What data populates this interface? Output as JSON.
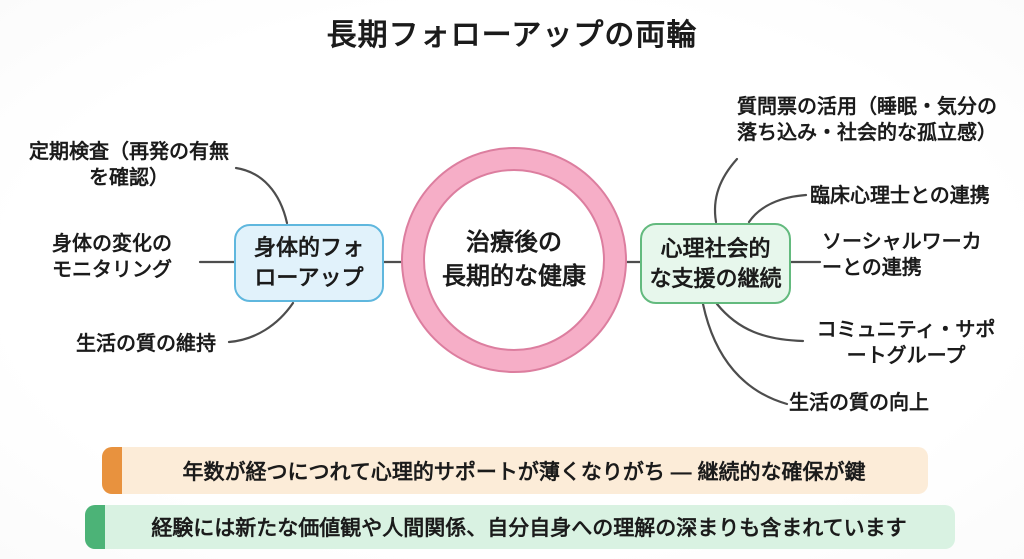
{
  "title": "長期フォローアップの両輪",
  "center": {
    "label": "治療後の\n長期的な健康"
  },
  "nodes": {
    "physical": {
      "label": "身体的フォ\nローアップ"
    },
    "psychosocial": {
      "label": "心理社会的\nな支援の継続"
    }
  },
  "left_branches": [
    {
      "label": "定期検査（再発の有無\nを確認）"
    },
    {
      "label": "身体の変化の\nモニタリング"
    },
    {
      "label": "生活の質の維持"
    }
  ],
  "right_branches": [
    {
      "label": "質問票の活用（睡眠・気分の\n落ち込み・社会的な孤立感）"
    },
    {
      "label": "臨床心理士との連携"
    },
    {
      "label": "ソーシャルワーカ\nーとの連携"
    },
    {
      "label": "コミュニティ・サポ\nートグループ"
    },
    {
      "label": "生活の質の向上"
    }
  ],
  "notes": [
    {
      "text": "年数が経つにつれて心理的サポートが薄くなりがち — 継続的な確保が鍵",
      "accent": "#e8923e",
      "bg": "#fcecd8"
    },
    {
      "text": "経験には新たな価値観や人間関係、自分自身への理解の深まりも含まれています",
      "accent": "#4cb377",
      "bg": "#d9f2e2"
    }
  ],
  "colors": {
    "circle_ring_fill": "#f6aec7",
    "circle_ring_border": "#dc7e9f",
    "physical_fill": "#e1f2fb",
    "physical_border": "#5fb7de",
    "psychosocial_fill": "#e7f7ec",
    "psychosocial_border": "#63ba7e",
    "connector": "#4d4d4d",
    "text": "#1b1b1b"
  }
}
